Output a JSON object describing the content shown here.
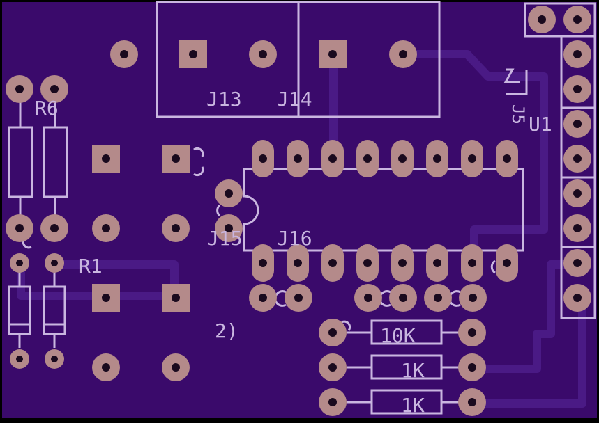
{
  "colors": {
    "board": "#3a0a6b",
    "edge": "#000000",
    "silk": "#c9b6e0",
    "pad": "#b48a8a",
    "hole": "#1a0a1e",
    "trace": "#4a1a85"
  },
  "labels": {
    "j13": "J13",
    "j14": "J14",
    "j15": "J15",
    "j16": "J16",
    "j5": "J5",
    "u1": "U1",
    "r1": "R1",
    "r6": "R6",
    "c2": "2)",
    "r10k": "10K",
    "r1k_a": "1K",
    "r1k_b": "1K"
  }
}
